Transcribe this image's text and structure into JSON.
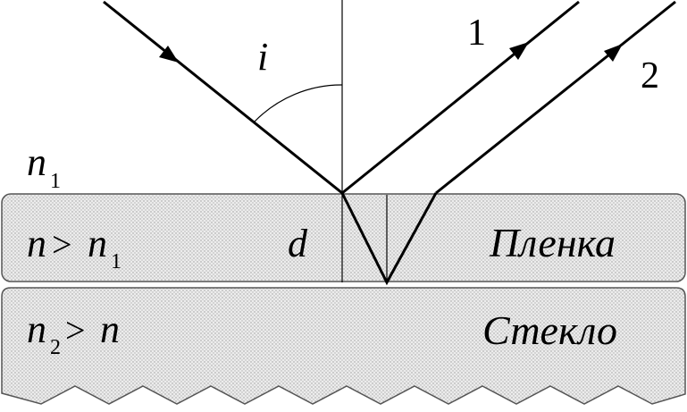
{
  "labels": {
    "angle": "i",
    "ray_1": "1",
    "ray_2": "2",
    "medium_top": "n",
    "medium_top_sub": "1",
    "film_index": "n",
    "film_gt": ">",
    "film_index_rhs": "n",
    "film_index_rhs_sub": "1",
    "thickness": "d",
    "film_name": "Пленка",
    "glass_index": "n",
    "glass_index_sub": "2",
    "glass_gt": ">",
    "glass_index_rhs": "n",
    "glass_name": "Стекло"
  },
  "colors": {
    "line": "#000000",
    "layer_fill": "#e6e6e6",
    "layer_stroke": "#555555"
  }
}
